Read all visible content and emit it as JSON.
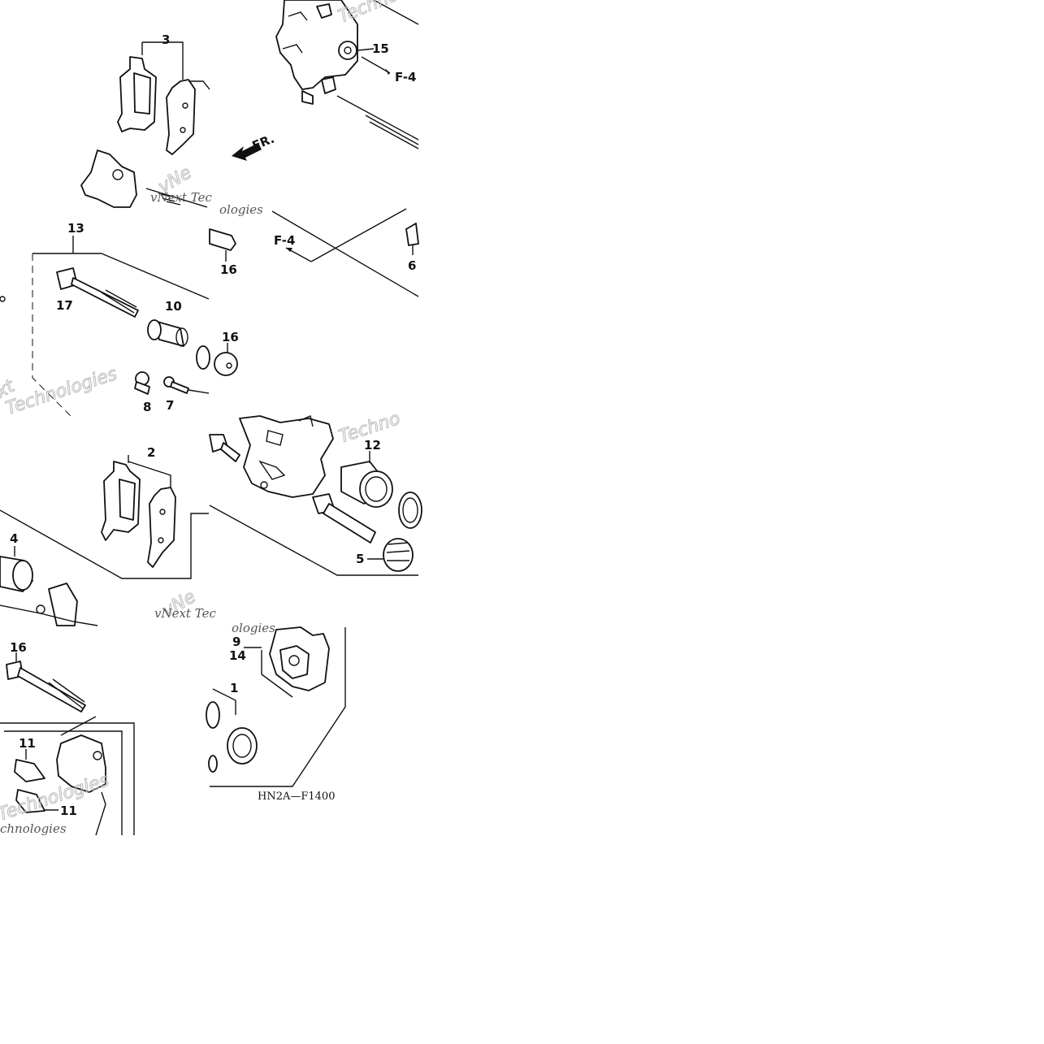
{
  "diagram": {
    "code": "HN2A—F1400",
    "front_indicator": "FR.",
    "refs": [
      "F-4",
      "F-4"
    ],
    "watermarks": {
      "technologies": "Technologies",
      "techno": "Techno",
      "vnext_tec": "vNext Tec",
      "vnext": "vNext",
      "ologies": "ologies",
      "chnologies": "chnologies",
      "xt": "xt",
      "vne": "vNe"
    },
    "callouts": {
      "c1": "1",
      "c2": "2",
      "c3": "3",
      "c4": "4",
      "c5": "5",
      "c6": "6",
      "c7": "7",
      "c8": "8",
      "c9": "9",
      "c10": "10",
      "c11": "11",
      "c12": "12",
      "c13": "13",
      "c14": "14",
      "c15": "15",
      "c16": "16",
      "c17": "17"
    }
  }
}
